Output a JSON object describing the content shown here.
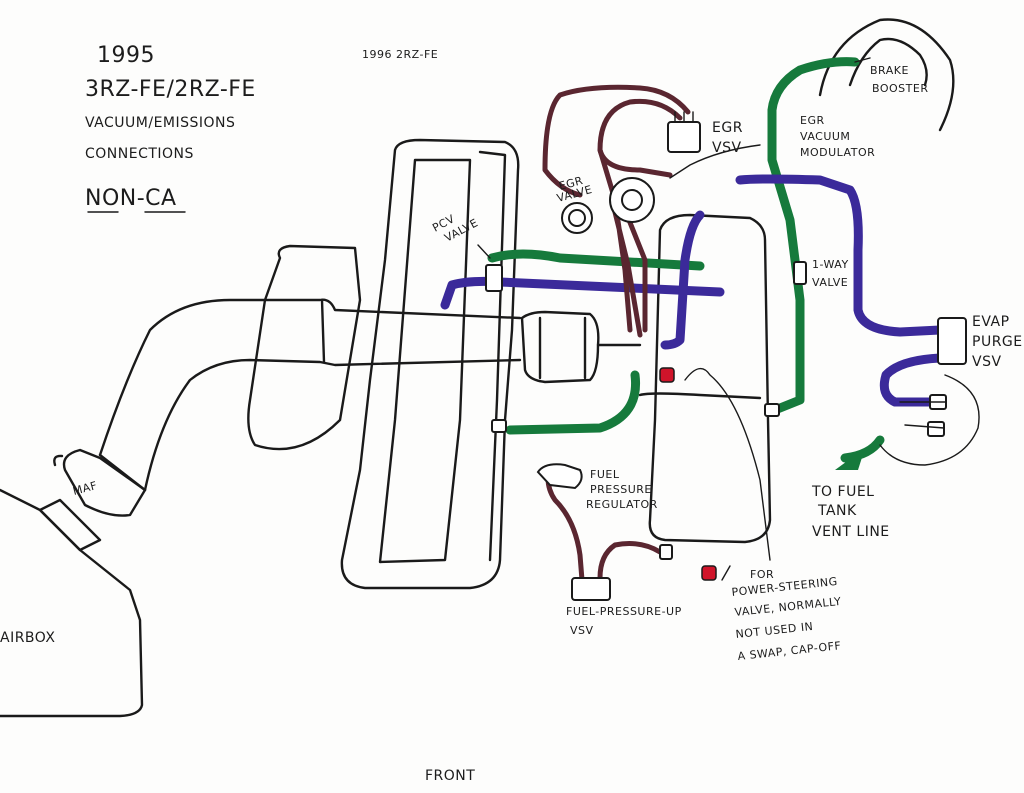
{
  "title_block": {
    "year": "1995",
    "engines": "3RZ-FE/2RZ-FE",
    "line3": "VACUUM/EMISSIONS",
    "line4": "CONNECTIONS",
    "variant": "NON-CA"
  },
  "engine_label_1996": "1996 2RZ-FE",
  "components": {
    "brake_booster": [
      "BRAKE",
      "BOOSTER"
    ],
    "egr_vsv": [
      "EGR",
      "VSV"
    ],
    "egr_vacuum_modulator": [
      "EGR",
      "VACUUM",
      "MODULATOR"
    ],
    "egr_valve": [
      "EGR",
      "VALVE"
    ],
    "pcv_valve": [
      "PCV",
      "VALVE"
    ],
    "one_way_valve": [
      "1-WAY",
      "VALVE"
    ],
    "evap_purge_vsv": [
      "EVAP",
      "PURGE",
      "VSV"
    ],
    "fuel_tank_vent": [
      "TO FUEL",
      "TANK",
      "VENT LINE"
    ],
    "maf": "MAF",
    "airbox": "AIRBOX",
    "fuel_pressure_regulator": [
      "FUEL",
      "PRESSURE",
      "REGULATOR"
    ],
    "fuel_pressure_up_vsv": [
      "FUEL-PRESSURE-UP",
      "VSV"
    ],
    "power_steering_note": [
      "FOR",
      "POWER-STEERING",
      "VALVE, NORMALLY",
      "NOT USED IN",
      "A SWAP, CAP-OFF"
    ],
    "front": "FRONT"
  },
  "colors": {
    "ink": "#1a1a1a",
    "green_hose": "#167a3c",
    "purple_hose": "#3b2a9a",
    "brown_hose": "#5a2630",
    "red_cap": "#d0142a"
  }
}
